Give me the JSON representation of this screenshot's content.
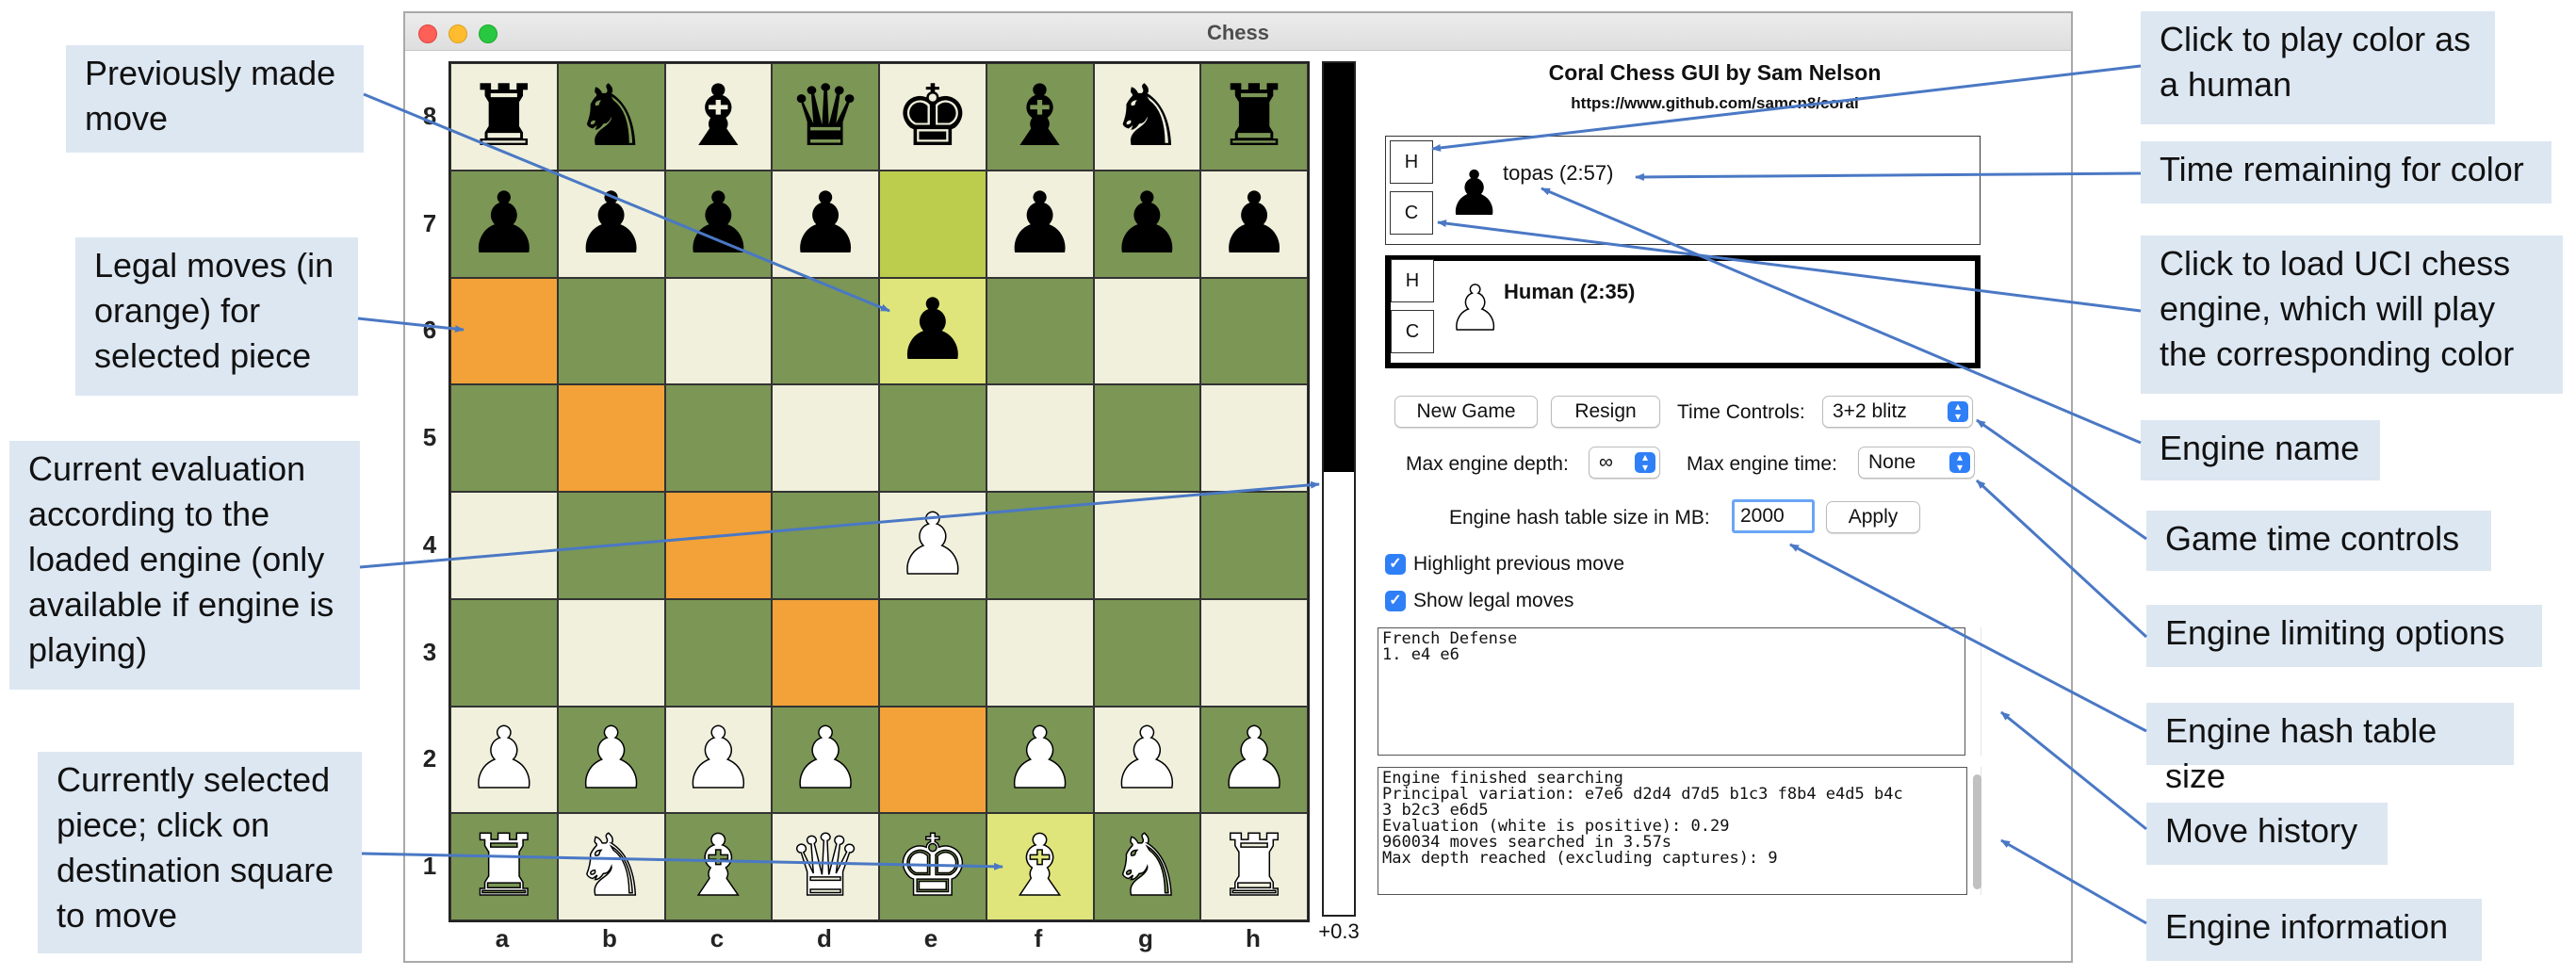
{
  "window": {
    "title": "Chess"
  },
  "app": {
    "title": "Coral Chess GUI by Sam Nelson",
    "url": "https://www.github.com/samcn8/coral"
  },
  "board": {
    "ranks": [
      "8",
      "7",
      "6",
      "5",
      "4",
      "3",
      "2",
      "1"
    ],
    "files": [
      "a",
      "b",
      "c",
      "d",
      "e",
      "f",
      "g",
      "h"
    ],
    "rows": [
      [
        [
          "black",
          "rook"
        ],
        [
          "black",
          "knight"
        ],
        [
          "black",
          "bishop"
        ],
        [
          "black",
          "queen"
        ],
        [
          "black",
          "king"
        ],
        [
          "black",
          "bishop"
        ],
        [
          "black",
          "knight"
        ],
        [
          "black",
          "rook"
        ]
      ],
      [
        [
          "black",
          "pawn"
        ],
        [
          "black",
          "pawn"
        ],
        [
          "black",
          "pawn"
        ],
        [
          "black",
          "pawn"
        ],
        null,
        [
          "black",
          "pawn"
        ],
        [
          "black",
          "pawn"
        ],
        [
          "black",
          "pawn"
        ]
      ],
      [
        null,
        null,
        null,
        null,
        [
          "black",
          "pawn"
        ],
        null,
        null,
        null
      ],
      [
        null,
        null,
        null,
        null,
        null,
        null,
        null,
        null
      ],
      [
        null,
        null,
        null,
        null,
        [
          "white",
          "pawn"
        ],
        null,
        null,
        null
      ],
      [
        null,
        null,
        null,
        null,
        null,
        null,
        null,
        null
      ],
      [
        [
          "white",
          "pawn"
        ],
        [
          "white",
          "pawn"
        ],
        [
          "white",
          "pawn"
        ],
        [
          "white",
          "pawn"
        ],
        null,
        [
          "white",
          "pawn"
        ],
        [
          "white",
          "pawn"
        ],
        [
          "white",
          "pawn"
        ]
      ],
      [
        [
          "white",
          "rook"
        ],
        [
          "white",
          "knight"
        ],
        [
          "white",
          "bishop"
        ],
        [
          "white",
          "queen"
        ],
        [
          "white",
          "king"
        ],
        [
          "white",
          "bishop"
        ],
        [
          "white",
          "knight"
        ],
        [
          "white",
          "rook"
        ]
      ]
    ],
    "legal_moves": [
      "a6",
      "b5",
      "c4",
      "d3",
      "e2"
    ],
    "previous_move": [
      "e7",
      "e6"
    ],
    "selected": "f1",
    "colors": {
      "light": "#f0f0dc",
      "dark": "#7b9655",
      "legal": "#f2a238",
      "highlight": "#dfe57a"
    }
  },
  "evaluation": {
    "value": "+0.3",
    "white_fraction": 0.52
  },
  "players": {
    "black": {
      "human_btn": "H",
      "computer_btn": "C",
      "name": "topas (2:57)"
    },
    "white": {
      "human_btn": "H",
      "computer_btn": "C",
      "name": "Human (2:35)"
    }
  },
  "controls": {
    "new_game": "New Game",
    "resign": "Resign",
    "time_controls_label": "Time Controls:",
    "time_controls_value": "3+2 blitz",
    "max_depth_label": "Max engine depth:",
    "max_depth_value": "∞",
    "max_time_label": "Max engine time:",
    "max_time_value": "None",
    "hash_label": "Engine hash table size in MB:",
    "hash_value": "2000",
    "apply": "Apply",
    "highlight_prev": "Highlight previous move",
    "show_legal": "Show legal moves"
  },
  "move_history": "French Defense\n1. e4 e6",
  "engine_info": "Engine finished searching\nPrincipal variation: e7e6 d2d4 d7d5 b1c3 f8b4 e4d5 b4c\n3 b2c3 e6d5\nEvaluation (white is positive): 0.29\n960034 moves searched in 3.57s\nMax depth reached (excluding captures): 9",
  "annotations": {
    "prev_move": "Previously made move",
    "legal_moves": "Legal moves (in orange) for selected piece",
    "evaluation": "Current evaluation according to the loaded engine (only available if engine is playing)",
    "selected_piece": "Currently selected piece; click on destination square to move",
    "play_human": "Click to play color as a human",
    "time_remaining": "Time remaining for color",
    "load_engine": "Click to load UCI chess engine, which will play the corresponding color",
    "engine_name": "Engine name",
    "time_controls": "Game time controls",
    "engine_limits": "Engine limiting options",
    "hash_size": "Engine hash table size",
    "move_history": "Move history",
    "engine_info": "Engine information"
  },
  "accent_colors": {
    "arrow": "#4a78c4",
    "annotation_bg": "#dde7f2",
    "checkbox": "#2f7ff7"
  }
}
